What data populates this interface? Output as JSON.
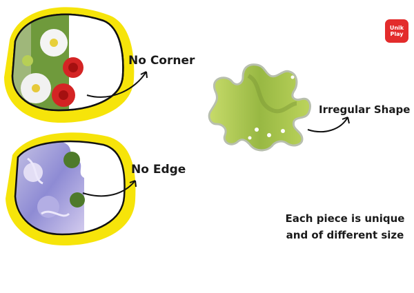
{
  "brand": {
    "logo_line1": "Unik",
    "logo_line2": "Play",
    "color": "#e32c2c"
  },
  "labels": {
    "no_corner": "No Corner",
    "no_edge": "No Edge",
    "irregular_shape": "Irregular Shape",
    "info_line1": "Each piece is unique",
    "info_line2": "and of different size"
  },
  "colors": {
    "frame": "#f6e40a",
    "outline": "#111111",
    "piece_green": "#a8c84a"
  },
  "icons": [
    "flower-puzzle-icon",
    "cloud-puzzle-icon",
    "jigsaw-piece-icon",
    "curved-arrow-icon"
  ]
}
